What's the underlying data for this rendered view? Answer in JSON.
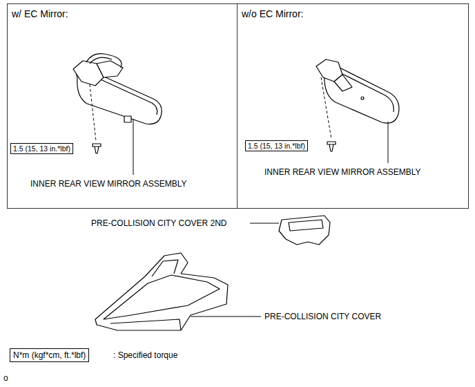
{
  "diagram": {
    "nodes": [
      {
        "text": [
          "w/ EC Mirror:"
        ]
      },
      {
        "text": [
          "1.5 (15, 13 in.*lbf)"
        ],
        "in": 0
      },
      {
        "text": [
          "w/o EC Mirror:"
        ]
      },
      {
        "text": [
          "1.5 (15, 13 in.*lbf)"
        ],
        "in": 2
      },
      {
        "text": [
          "N*m (kgf*cm, ft.*lbf)"
        ]
      }
    ],
    "labels": [
      "INNER REAR VIEW MIRROR ASSEMBLY",
      "INNER REAR VIEW MIRROR ASSEMBLY",
      "PRE-COLLISION CITY COVER 2ND",
      "PRE-COLLISION CITY COVER",
      ": Specified torque",
      "o"
    ]
  }
}
